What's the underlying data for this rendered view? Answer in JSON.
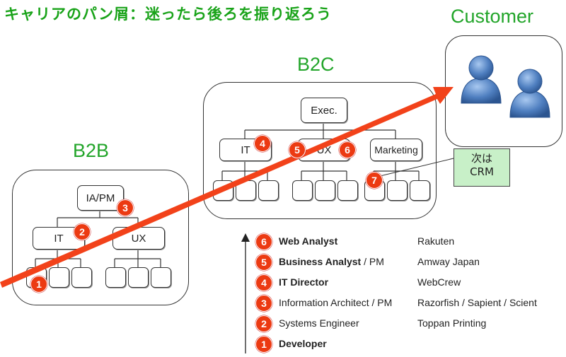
{
  "title": "キャリアのパン屑：迷ったら後ろを振り返ろう",
  "groups": {
    "b2b": {
      "label": "B2B",
      "top": "IA/PM",
      "left": "IT",
      "right": "UX"
    },
    "b2c": {
      "label": "B2C",
      "top": "Exec.",
      "left": "IT",
      "middle": "UX",
      "right": "Marketing"
    },
    "customer": {
      "label": "Customer"
    }
  },
  "callout": {
    "line1": "次は",
    "line2": "CRM"
  },
  "badges": [
    "1",
    "2",
    "3",
    "4",
    "5",
    "6",
    "7"
  ],
  "legend": [
    {
      "num": "6",
      "role_bold": "Web Analyst",
      "role_rest": "",
      "company": "Rakuten"
    },
    {
      "num": "5",
      "role_bold": "Business Analyst",
      "role_rest": " / PM",
      "company": "Amway  Japan"
    },
    {
      "num": "4",
      "role_bold": "IT Director",
      "role_rest": "",
      "company": "WebCrew"
    },
    {
      "num": "3",
      "role_bold": "",
      "role_rest": "Information Architect / PM",
      "company": "Razorfish / Sapient / Scient"
    },
    {
      "num": "2",
      "role_bold": "",
      "role_rest": "Systems  Engineer",
      "company": "Toppan Printing"
    },
    {
      "num": "1",
      "role_bold": "Developer",
      "role_rest": "",
      "company": ""
    }
  ],
  "colors": {
    "title_green": "#19a319",
    "label_green": "#22a52a",
    "badge_red": "#ec3a12",
    "arrow_red": "#f2421a",
    "callout_fill": "#c8f0c8",
    "person_blue": "#4f7fc0"
  }
}
